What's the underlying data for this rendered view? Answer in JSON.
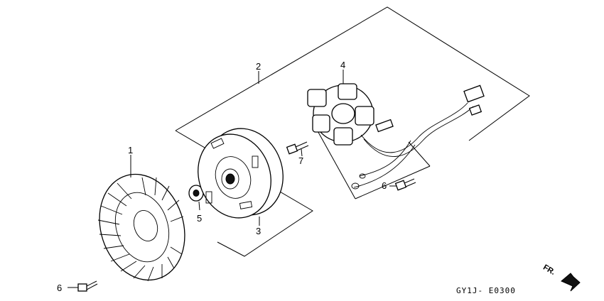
{
  "callouts": {
    "fan": "1",
    "assembly": "2",
    "flywheel": "3",
    "stator": "4",
    "nut": "5",
    "bolt_right": "6",
    "bolt_left": "6",
    "bolt_stator": "7"
  },
  "diagram_code": "GY1J- E0300",
  "direction_label": "FR."
}
